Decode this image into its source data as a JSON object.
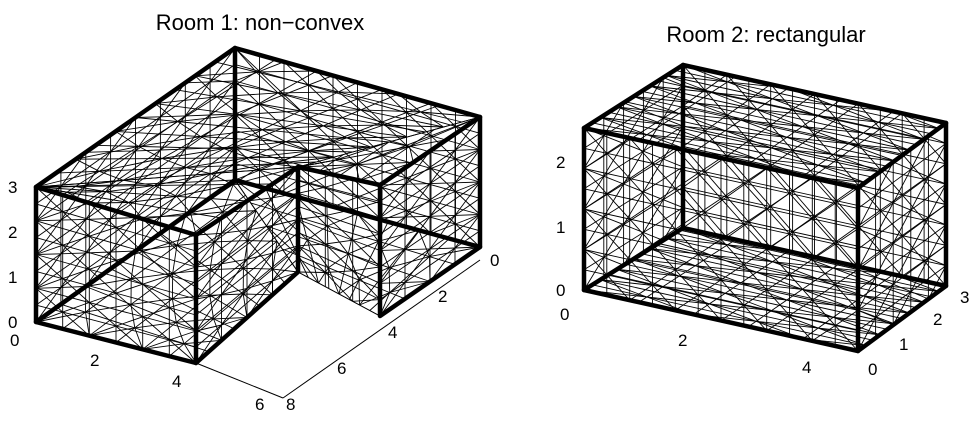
{
  "figure": {
    "room1": {
      "title": "Room 1: non−convex",
      "z_ticks": [
        "0",
        "1",
        "2",
        "3"
      ],
      "x_ticks": [
        "0",
        "2",
        "4",
        "6"
      ],
      "y_ticks": [
        "0",
        "2",
        "4",
        "6",
        "8"
      ]
    },
    "room2": {
      "title": "Room 2: rectangular",
      "z_ticks": [
        "0",
        "1",
        "2"
      ],
      "x_ticks": [
        "0",
        "2",
        "4"
      ],
      "y_ticks": [
        "0",
        "1",
        "2",
        "3"
      ]
    }
  }
}
